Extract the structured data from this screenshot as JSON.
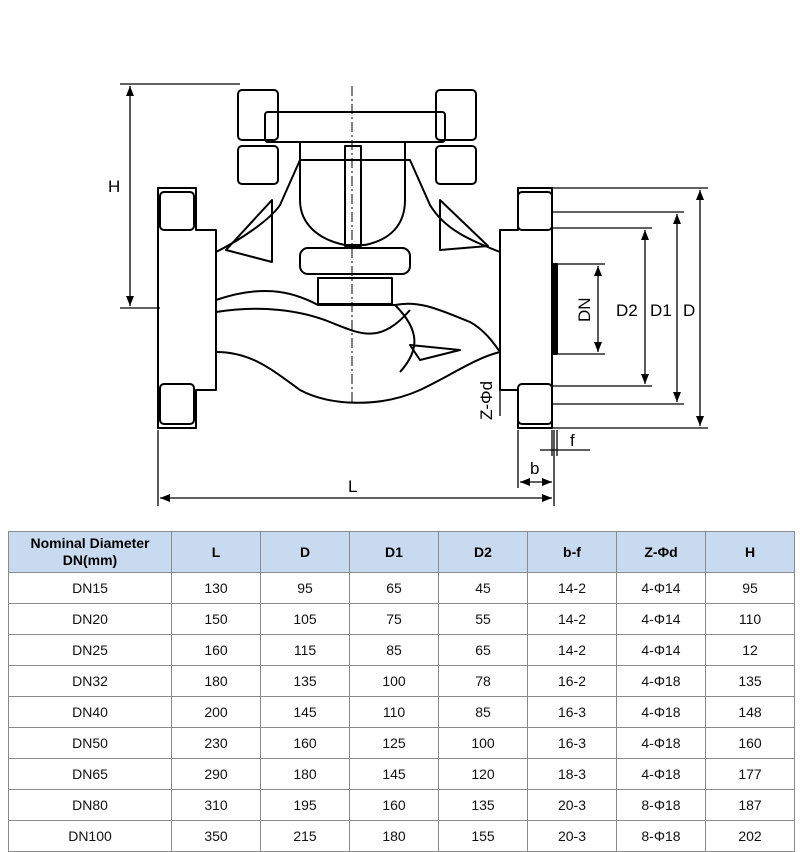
{
  "labels": {
    "H": "H",
    "L": "L",
    "DN": "DN",
    "D2": "D2",
    "D1": "D1",
    "D": "D",
    "f": "f",
    "b": "b",
    "z_phi_d": "Z-Φd"
  },
  "table": {
    "headers": [
      "L",
      "D",
      "D1",
      "D2",
      "b-f",
      "Z-Φd",
      "H"
    ],
    "first_header_line1": "Nominal Diameter",
    "first_header_line2": "DN(mm)",
    "rows": [
      [
        "DN15",
        "130",
        "95",
        "65",
        "45",
        "14-2",
        "4-Φ14",
        "95"
      ],
      [
        "DN20",
        "150",
        "105",
        "75",
        "55",
        "14-2",
        "4-Φ14",
        "110"
      ],
      [
        "DN25",
        "160",
        "115",
        "85",
        "65",
        "14-2",
        "4-Φ14",
        "12"
      ],
      [
        "DN32",
        "180",
        "135",
        "100",
        "78",
        "16-2",
        "4-Φ18",
        "135"
      ],
      [
        "DN40",
        "200",
        "145",
        "110",
        "85",
        "16-3",
        "4-Φ18",
        "148"
      ],
      [
        "DN50",
        "230",
        "160",
        "125",
        "100",
        "16-3",
        "4-Φ18",
        "160"
      ],
      [
        "DN65",
        "290",
        "180",
        "145",
        "120",
        "18-3",
        "4-Φ18",
        "177"
      ],
      [
        "DN80",
        "310",
        "195",
        "160",
        "135",
        "20-3",
        "8-Φ18",
        "187"
      ],
      [
        "DN100",
        "350",
        "215",
        "180",
        "155",
        "20-3",
        "8-Φ18",
        "202"
      ]
    ]
  },
  "colors": {
    "header_bg": "#c7daf0",
    "border": "#8a8a8a",
    "ink": "#000000"
  }
}
